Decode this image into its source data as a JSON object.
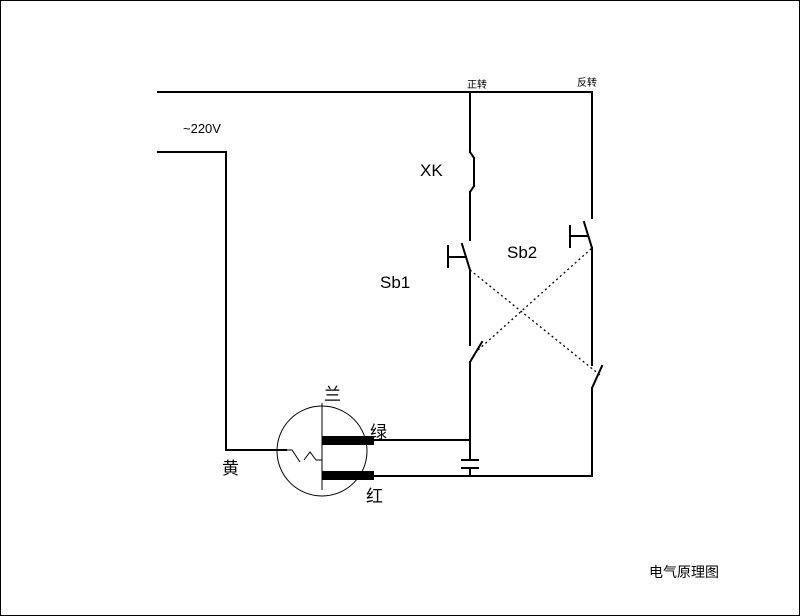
{
  "labels": {
    "supply": "~220V",
    "forward": "正转",
    "reverse": "反转",
    "limit_switch": "XK",
    "button1": "Sb1",
    "button2": "Sb2",
    "blue": "兰",
    "green": "绿",
    "yellow": "黄",
    "red": "红",
    "caption": "电气原理图"
  }
}
